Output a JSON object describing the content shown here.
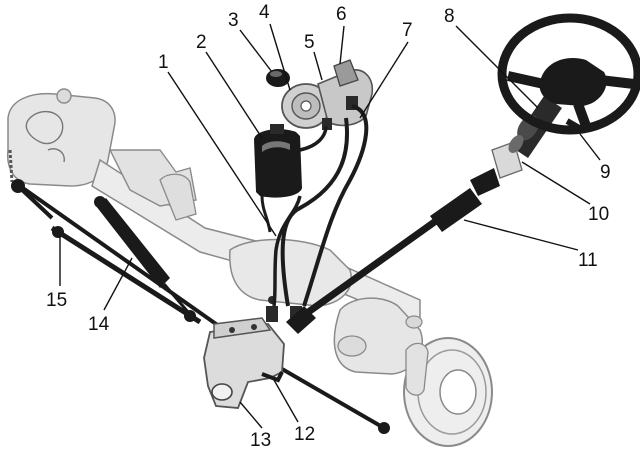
{
  "diagram": {
    "colors": {
      "ink": "#111111",
      "part_fill": "#e6e6e6",
      "part_stroke": "#8a8a8a",
      "dark_part": "#1a1a1a",
      "hose": "#1c1c1c",
      "background": "#ffffff"
    },
    "callouts": [
      {
        "id": "1",
        "label": "1"
      },
      {
        "id": "2",
        "label": "2"
      },
      {
        "id": "3",
        "label": "3"
      },
      {
        "id": "4",
        "label": "4"
      },
      {
        "id": "5",
        "label": "5"
      },
      {
        "id": "6",
        "label": "6"
      },
      {
        "id": "7",
        "label": "7"
      },
      {
        "id": "8",
        "label": "8"
      },
      {
        "id": "9",
        "label": "9"
      },
      {
        "id": "10",
        "label": "10"
      },
      {
        "id": "11",
        "label": "11"
      },
      {
        "id": "12",
        "label": "12"
      },
      {
        "id": "13",
        "label": "13"
      },
      {
        "id": "14",
        "label": "14"
      },
      {
        "id": "15",
        "label": "15"
      }
    ]
  }
}
